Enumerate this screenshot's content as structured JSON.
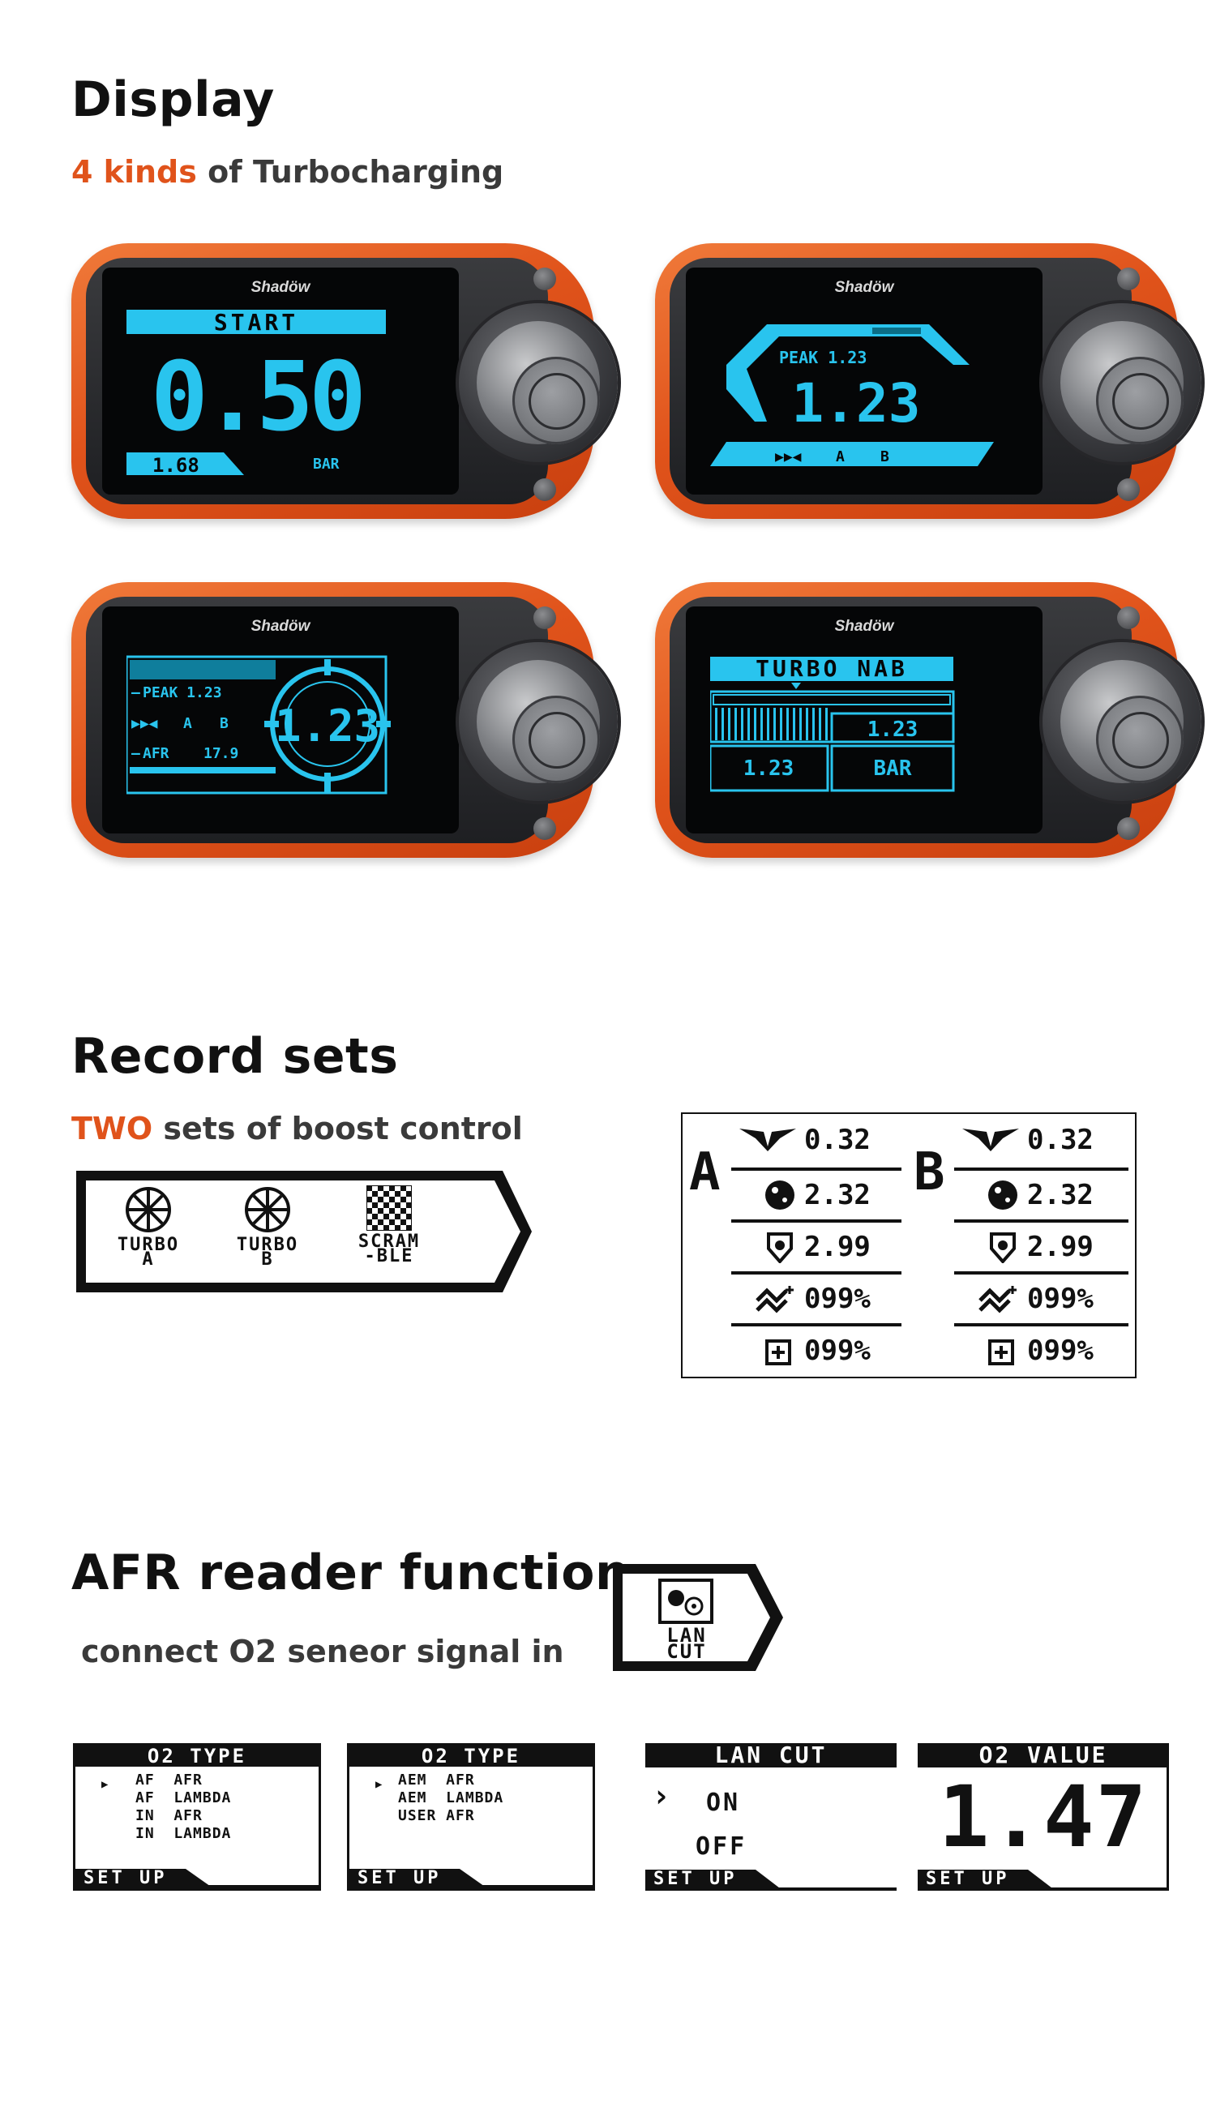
{
  "display": {
    "title": "Display",
    "subtitle_accent": "4 kinds",
    "subtitle_rest": " of Turbocharging",
    "brand": "Shadöw",
    "screen1": {
      "header": "START",
      "value": "0.50",
      "peak": "1.68",
      "unit": "BAR"
    },
    "screen2": {
      "peak_label": "PEAK 1.23",
      "value": "1.23",
      "a": "A",
      "b": "B"
    },
    "screen3": {
      "peak_label": "PEAK 1.23",
      "a": "A",
      "b": "B",
      "afr_label": "AFR",
      "afr_value": "17.9",
      "value": "1.23"
    },
    "screen4": {
      "header": "TURBO NAB",
      "value": "1.23",
      "left_value": "1.23",
      "unit": "BAR"
    }
  },
  "record": {
    "title": "Record sets",
    "subtitle_accent": "TWO",
    "subtitle_rest": " sets of boost control",
    "modes": [
      {
        "line1": "TURBO",
        "line2": "A"
      },
      {
        "line1": "TURBO",
        "line2": "B"
      },
      {
        "line1": "SCRAM",
        "line2": "-BLE"
      }
    ],
    "set_a": {
      "letter": "A",
      "rows": [
        "0.32",
        "2.32",
        "2.99",
        "099%",
        "099%"
      ]
    },
    "set_b": {
      "letter": "B",
      "rows": [
        "0.32",
        "2.32",
        "2.99",
        "099%",
        "099%"
      ]
    }
  },
  "afr": {
    "title": "AFR reader function",
    "subtitle": "connect O2 seneor signal in",
    "lan_cut_badge": {
      "line1": "LAN",
      "line2": "CUT"
    },
    "panel1": {
      "header": "O2 TYPE",
      "items": [
        "AF  AFR",
        "AF  LAMBDA",
        "IN  AFR",
        "IN  LAMBDA"
      ],
      "footer": "SET UP"
    },
    "panel2": {
      "header": "O2 TYPE",
      "items": [
        "AEM  AFR",
        "AEM  LAMBDA",
        "USER AFR"
      ],
      "footer": "SET UP"
    },
    "panel3": {
      "header": "LAN CUT",
      "on": "ON",
      "off": "OFF",
      "footer": "SET UP"
    },
    "panel4": {
      "header": "O2 VALUE",
      "value": "1.47",
      "footer": "SET UP"
    }
  },
  "colors": {
    "accent": "#e0531b",
    "lcd_cyan": "#29c4ee",
    "device_orange": "#e0531b"
  }
}
